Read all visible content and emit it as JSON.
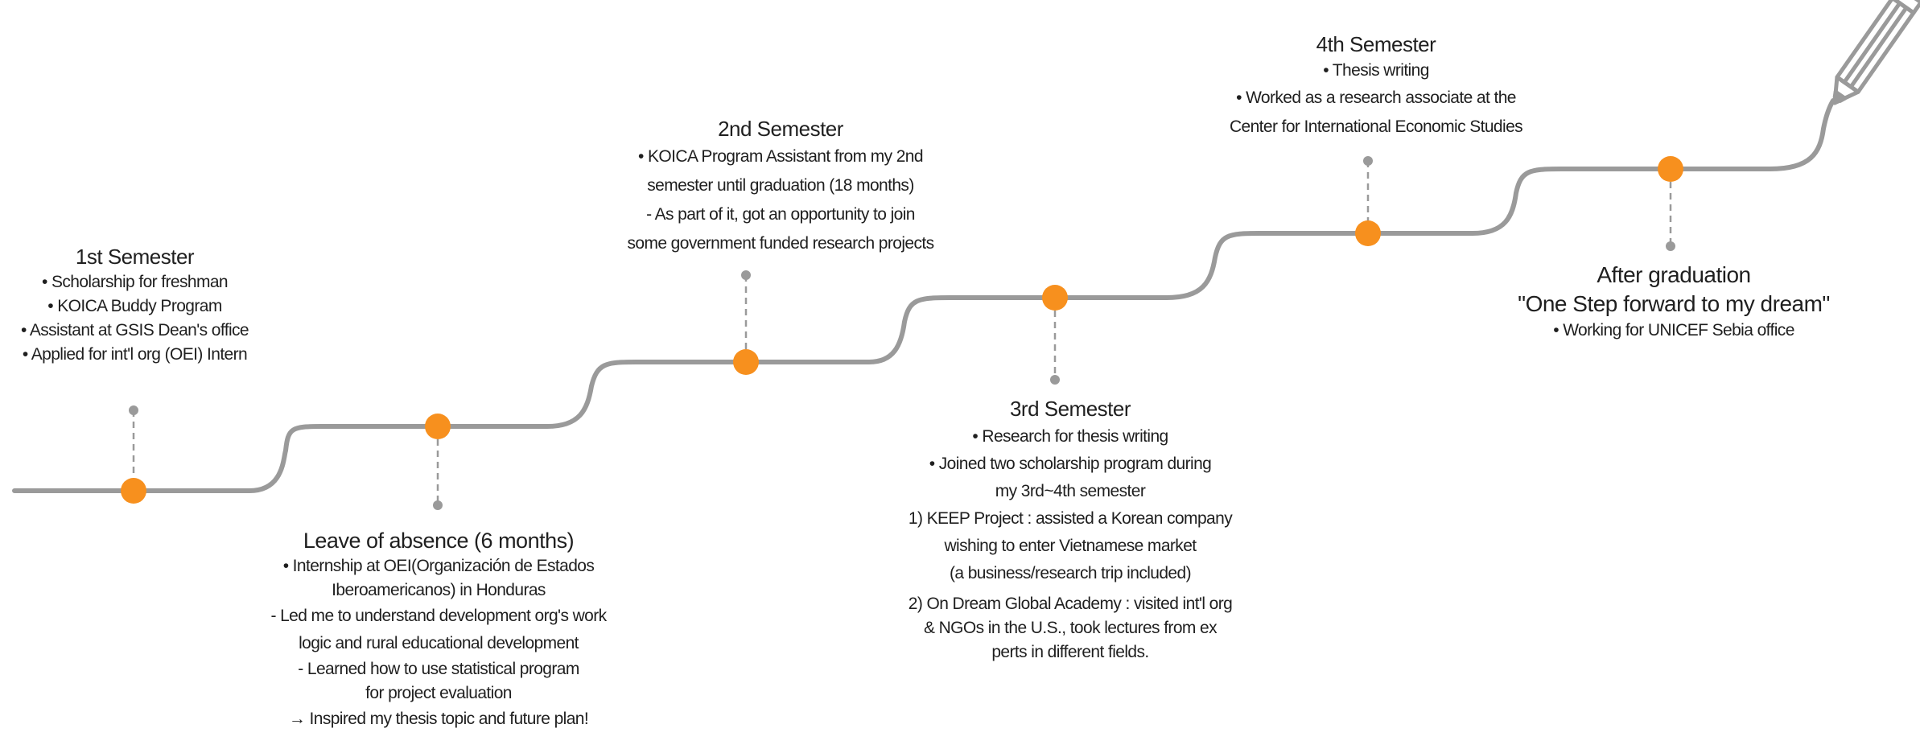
{
  "colors": {
    "path": "#9a9a9a",
    "milestone": "#f7901e",
    "connector": "#9a9a9a",
    "text": "#1f1f1f"
  },
  "decoration": {
    "pencil_icon": "pencil-icon"
  },
  "milestones": {
    "sem1": {
      "title": "1st Semester",
      "lines": [
        "• Scholarship for freshman",
        "• KOICA Buddy Program",
        "• Assistant at GSIS Dean's office",
        "• Applied for int'l org (OEI) Intern"
      ]
    },
    "leave": {
      "title": "Leave of absence (6 months)",
      "lines": [
        "• Internship at OEI(Organización de Estados",
        "Iberoamericanos) in Honduras",
        "- Led me to understand development org's work",
        "logic and rural educational development",
        "- Learned how to use statistical program",
        "for project evaluation",
        "→ Inspired my thesis topic and future plan!"
      ]
    },
    "sem2": {
      "title": "2nd Semester",
      "lines": [
        "• KOICA Program Assistant from my 2nd",
        "semester until graduation (18 months)",
        "- As part of it, got an opportunity to join",
        "some government funded research projects"
      ]
    },
    "sem3": {
      "title": "3rd Semester",
      "lines": [
        "• Research for thesis writing",
        "• Joined two scholarship program during",
        "my 3rd~4th semester",
        "1) KEEP Project : assisted a Korean company",
        "wishing to enter Vietnamese market",
        "(a business/research trip included)",
        "2) On Dream Global Academy : visited int'l org",
        "& NGOs in the U.S., took lectures from ex",
        "perts in different fields."
      ]
    },
    "sem4": {
      "title": "4th Semester",
      "lines": [
        "• Thesis writing",
        "• Worked as a research associate at the",
        "Center for International Economic Studies"
      ]
    },
    "grad": {
      "title": "After graduation",
      "subtitle": "\"One Step forward to my dream\"",
      "lines": [
        "• Working for UNICEF Sebia office"
      ]
    }
  }
}
